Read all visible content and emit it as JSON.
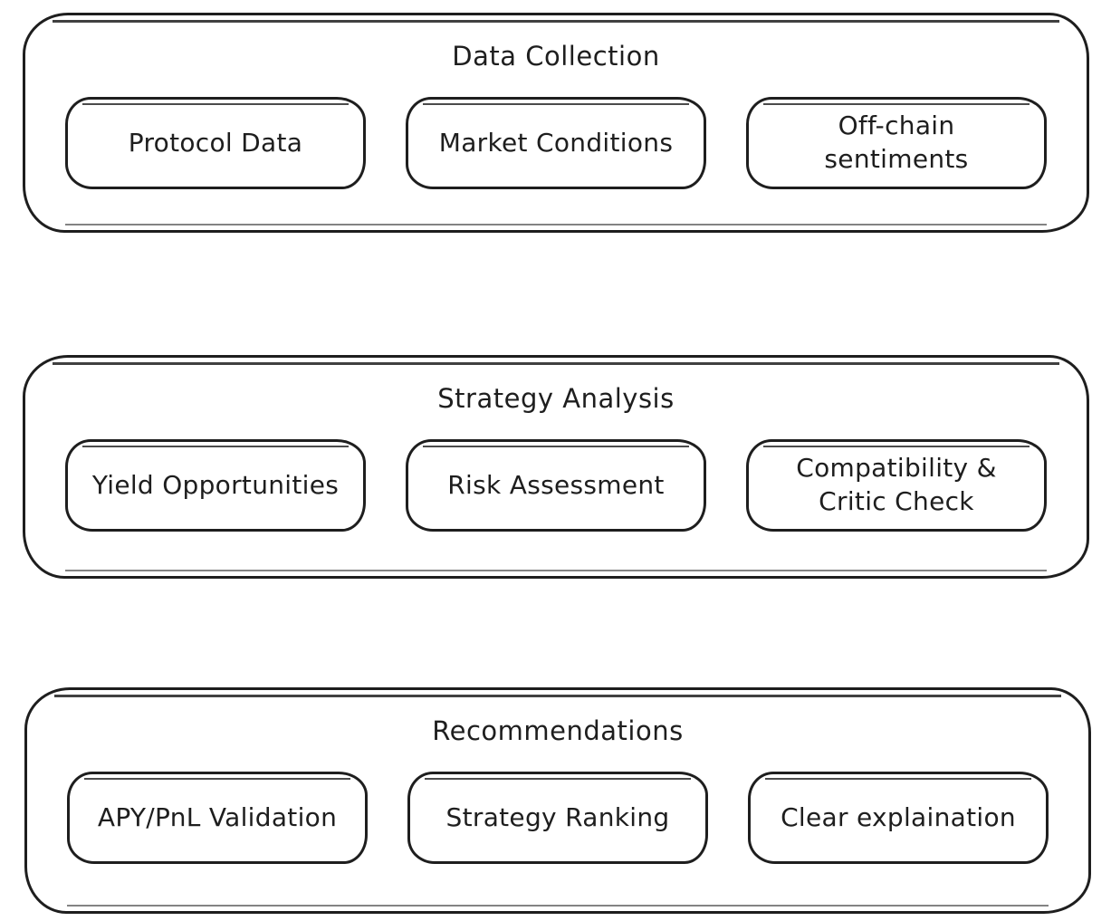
{
  "diagram": {
    "stroke_color": "#1e1e1e",
    "background_color": "#ffffff",
    "sections": [
      {
        "title": "Data Collection",
        "items": [
          {
            "label": "Protocol Data"
          },
          {
            "label": "Market Conditions"
          },
          {
            "label": "Off-chain\nsentiments"
          }
        ]
      },
      {
        "title": "Strategy Analysis",
        "items": [
          {
            "label": "Yield Opportunities"
          },
          {
            "label": "Risk Assessment"
          },
          {
            "label": "Compatibility &\nCritic Check"
          }
        ]
      },
      {
        "title": "Recommendations",
        "items": [
          {
            "label": "APY/PnL Validation"
          },
          {
            "label": "Strategy Ranking"
          },
          {
            "label": "Clear explaination"
          }
        ]
      }
    ]
  }
}
